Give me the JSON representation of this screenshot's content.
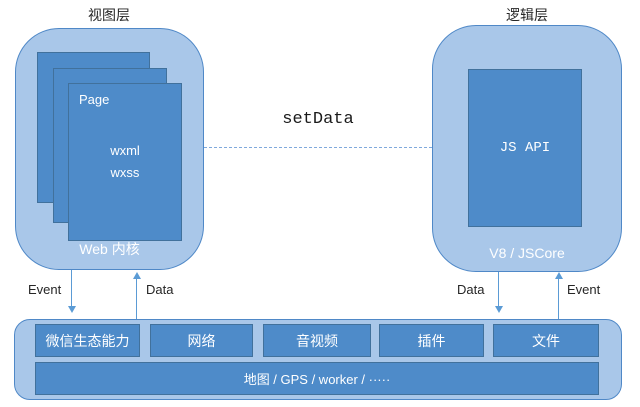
{
  "colors": {
    "container_fill": "#a9c7e9",
    "container_border": "#4f88c7",
    "box_fill": "#4e8bc9",
    "box_border": "#41719c",
    "arrow": "#5b9bd5",
    "text_dark": "#262626",
    "text_light": "#ffffff"
  },
  "view_layer": {
    "title": "视图层",
    "page_label": "Page",
    "page_lines": [
      "wxml",
      "wxss"
    ],
    "footer_label": "Web 内核"
  },
  "logic_layer": {
    "title": "逻辑层",
    "js_api_label": "JS API",
    "footer_label": "V8 / JSCore"
  },
  "bridge": {
    "set_data_label": "setData"
  },
  "left_flows": {
    "down_label": "Event",
    "up_label": "Data"
  },
  "right_flows": {
    "down_label": "Data",
    "up_label": "Event"
  },
  "native_layer": {
    "boxes": [
      "微信生态能力",
      "网络",
      "音视频",
      "插件",
      "文件"
    ],
    "bottom_bar": "地图 / GPS / worker / ·····"
  }
}
